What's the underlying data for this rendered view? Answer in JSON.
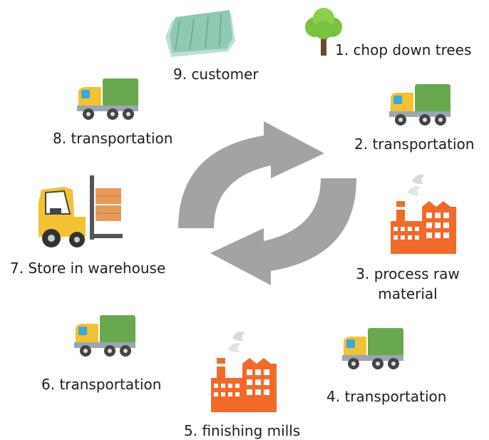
{
  "steps": [
    {
      "number": 1,
      "label": "1. chop down trees",
      "icon": "tree-icon"
    },
    {
      "number": 2,
      "label": "2. transportation",
      "icon": "truck-icon"
    },
    {
      "number": 3,
      "label_line1": "3. process raw",
      "label_line2": "material",
      "icon": "factory-icon"
    },
    {
      "number": 4,
      "label": "4. transportation",
      "icon": "truck-icon"
    },
    {
      "number": 5,
      "label": "5. finishing mills",
      "icon": "factory-icon"
    },
    {
      "number": 6,
      "label": "6. transportation",
      "icon": "truck-icon"
    },
    {
      "number": 7,
      "label": "7. Store in warehouse",
      "icon": "forklift-icon"
    },
    {
      "number": 8,
      "label": "8. transportation",
      "icon": "truck-icon"
    },
    {
      "number": 9,
      "label": "9. customer",
      "icon": "paper-towels-icon"
    }
  ],
  "colors": {
    "arrow": "#a3a3a3",
    "truck_cargo": "#6aa84f",
    "truck_cab": "#f2c233",
    "factory": "#f26a2a",
    "tree_leaves": "#7cc242",
    "tree_trunk": "#6b4a2b",
    "forklift_body": "#f2c233",
    "box": "#e89a5a",
    "paper": "#8fc9b0"
  }
}
